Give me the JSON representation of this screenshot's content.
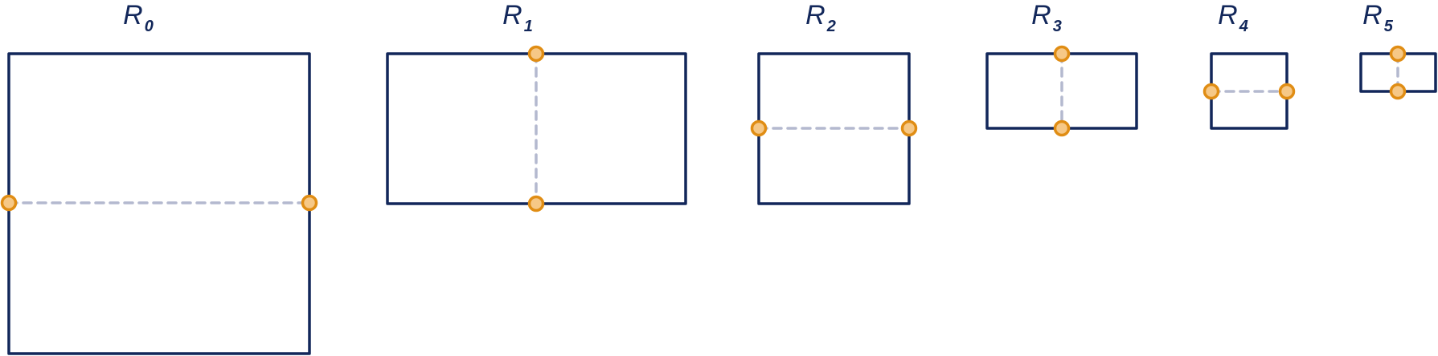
{
  "diagram": {
    "colors": {
      "rect_stroke": "#12275a",
      "dash": "#b4b9cf",
      "marker_fill": "#f6c887",
      "marker_stroke": "#e08d14",
      "label": "#12275a",
      "background": "#ffffff"
    },
    "panels": [
      {
        "id": "r0",
        "label": "R",
        "subscript": "0",
        "split": "horizontal"
      },
      {
        "id": "r1",
        "label": "R",
        "subscript": "1",
        "split": "vertical"
      },
      {
        "id": "r2",
        "label": "R",
        "subscript": "2",
        "split": "horizontal"
      },
      {
        "id": "r3",
        "label": "R",
        "subscript": "3",
        "split": "vertical"
      },
      {
        "id": "r4",
        "label": "R",
        "subscript": "4",
        "split": "horizontal"
      },
      {
        "id": "r5",
        "label": "R",
        "subscript": "5",
        "split": "vertical"
      }
    ]
  }
}
